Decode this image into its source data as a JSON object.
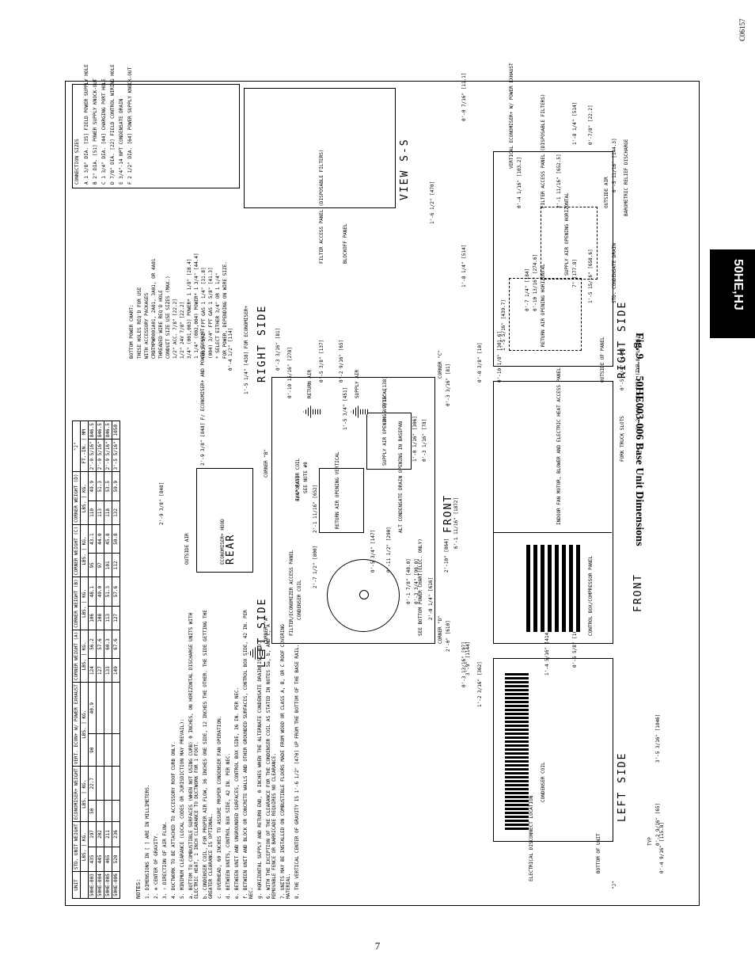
{
  "doc_code": "C06157",
  "side_tab": "50HE,HJ",
  "caption": "Fig. 9 — 50HE003-006 Base Unit Dimensions",
  "page_number": "7",
  "weights_table": {
    "headers": [
      "UNIT",
      "STD. UNIT WEIGHT",
      "ECONOMISER+ WEIGHT",
      "VERT. ECON+ W/ POWER EXHAUST",
      "CORNER WEIGHT (A)",
      "CORNER WEIGHT (B)",
      "CORNER WEIGHT (C)",
      "CORNER WEIGHT (D)",
      "\"J\""
    ],
    "subheaders": [
      "",
      "LBS. | KG.",
      "LBS. | KG.",
      "LBS. | KG.",
      "LBS. | KG.",
      "LBS. | KG.",
      "LBS. | KG.",
      "LBS. | KG.",
      "FT.-IN. | MM"
    ],
    "rows": [
      [
        "50HE-003",
        "435",
        "197",
        "50",
        "22.7",
        "90",
        "40.9",
        "124",
        "56.2",
        "106",
        "48.1",
        "95",
        "43.1",
        "110",
        "49.9",
        "2'-9 5/16\"",
        "846.5"
      ],
      [
        "50HE-004",
        "445",
        "202",
        "",
        "",
        "",
        "",
        "127",
        "57.6",
        "108",
        "49.0",
        "97",
        "44.0",
        "113",
        "51.3",
        "2'-9 5/16\"",
        "846.5"
      ],
      [
        "50HE-005",
        "465",
        "211",
        "",
        "",
        "",
        "",
        "133",
        "60.3",
        "113",
        "51.3",
        "101",
        "45.8",
        "118",
        "53.5",
        "2'-9 5/16\"",
        "846.5"
      ],
      [
        "50HE-006",
        "520",
        "236",
        "",
        "",
        "",
        "",
        "149",
        "67.6",
        "127",
        "57.6",
        "112",
        "50.8",
        "132",
        "59.9",
        "3'-5 5/16\"",
        "1050"
      ]
    ]
  },
  "connection_sizes": {
    "title": "CONNECTION SIZES",
    "rows": [
      "A  1 3/8\" DIA. [35] FIELD POWER SUPPLY HOLE",
      "B  2\" DIA. [51] POWER SUPPLY KNOCK-OUT",
      "C  1 3/4\" DIA. [44] CHARGING PORT HOLE",
      "D  7/8\" DIA. [22] FIELD CONTROL WIRING HOLE",
      "E  3/4\"-14 NPT CONDENSATE DRAIN",
      "F  2 1/2\" DIA. [64] POWER SUPPLY KNOCK-OUT"
    ]
  },
  "bottom_power_chart": {
    "title": "BOTTOM POWER CHART:",
    "lines": [
      "THESE HOLES REQ'D FOR USE",
      "WITH ACCESSORY PACKAGES",
      "CRBTMPWR001A01, 2A01, 3A01, OR 4A01",
      "THREADED  WIRE  REQ'D HOLE",
      "CONDUIT SIZE  USE  SIZES (MAX.)",
      "1/2\"  ACC.  7/8\" [22.2]",
      "1/2\"  24V  7/8\" [22.2]",
      "3/4\" (001,003)  POWER*  1 1/8\" [28.4]",
      "1 1/4\" (002,004)  POWER*  1 3/4\" [44.4]",
      "(003) 1/2\" FPT  GAS  1 1/4\" [31.8]",
      "(004) 3/4\" FPT  GAS  1 5/8\" [41.3]",
      "* SELECT EITHER 3/4\" OR 1 1/4\"",
      "FOR POWER, DEPENDING ON WIRE SIZE."
    ]
  },
  "notes": {
    "title": "NOTES:",
    "items": [
      "1. DIMENSIONS IN [ ] ARE IN MILLIMETERS.",
      "2. ⊕ CENTER OF GRAVITY.",
      "3. ⇧ DIRECTION OF AIR FLOW.",
      "4. DUCTWORK TO BE ATTACHED TO ACCESSORY ROOF CURB ONLY.",
      "5. MINIMUM CLEARANCE (LOCAL CODES OR JURISDICTION MAY PREVAIL):",
      "a. BOTTOM TO COMBUSTIBLE SURFACES (WHEN NOT USING CURB) 0 INCHES, ON HORIZONTAL DISCHARGE UNITS WITH ELECTRIC HEAT, 1 INCH CLEARANCE TO DUCTWORK FOR 1 FOOT.",
      "b. CONDENSER COIL, FOR PROPER AIR FLOW, 36 INCHES ONE SIDE, 12 INCHES THE OTHER. THE SIDE GETTING THE GREATER CLEARANCE IS OPTIONAL.",
      "c. OVERHEAD, 60 INCHES TO ASSURE PROPER CONDENSER FAN OPERATION.",
      "d. BETWEEN UNITS, CONTROL BOX SIDE, 42 IN. PER NEC.",
      "e. BETWEEN UNIT AND UNGROUNDED SURFACES, CONTROL BOX SIDE, 36 IN. PER NEC.",
      "f. BETWEEN UNIT AND BLOCK OR CONCRETE WALLS AND OTHER GROUNDED SURFACES, CONTROL BOX SIDE, 42 IN. PER NEC.",
      "g. HORIZONTAL SUPPLY AND RETURN END, 0 INCHES WHEN THE ALTERNATE CONDENSATE DRAIN IS USED.",
      "6. WITH THE EXCEPTION OF THE CLEARANCE FOR THE CONDENSER COIL AS STATED IN NOTES 5a, b, AND c, A REMOVABLE FENCE OR BARRICADE REQUIRES NO CLEARANCE.",
      "7. UNITS MAY BE INSTALLED ON COMBUSTIBLE FLOORS MADE FROM WOOD OR CLASS A, B, OR C ROOF COVERING MATERIAL.",
      "8. THE VERTICAL CENTER OF GRAVITY IS 1'-6 1/2\" [470] UP FROM THE BOTTOM OF THE BASE RAIL."
    ]
  },
  "views": {
    "rear": "REAR",
    "left_side_top": "LEFT SIDE",
    "right_side_top": "RIGHT SIDE",
    "left_side_bottom": "LEFT SIDE",
    "front_mid": "FRONT",
    "front_bottom": "FRONT",
    "right_side_bottom": "RIGHT SIDE",
    "view_ss": "VIEW S-S"
  },
  "labels": {
    "outside_air": "OUTSIDE AIR",
    "economiser_hood": "ECONOMISER+ HOOD",
    "economiser_exhaust": "2'-9 3/8\" [848] F/ ECONOMISER+ AND POWER EXHAUST",
    "filter_econ_panel": "FILTER/ECONOMIZER ACCESS PANEL",
    "condenser_coil_top": "CONDENSER COIL",
    "evaporator_coil": "EVAPORATOR COIL",
    "return_air_vertical": "RETURN AIR OPENING VERTICAL",
    "supply_air_vertical": "SUPPLY AIR OPENING VERTICAL",
    "alt_condensate": "ALT CONDENSATE DRAIN OPENING IN BASEPAN",
    "see_note": "SEE NOTE #8",
    "see_bottom_power": "SEE BOTTOM POWER CHART(ELEC. ONLY)",
    "corner_a": "CORNER \"A\"",
    "corner_b": "CORNER \"B\"",
    "corner_c": "CORNER \"C\"",
    "corner_d": "CORNER \"D\"",
    "return_air": "RETURN AIR",
    "supply_air": "SUPPLY AIR",
    "filter_access_panel": "FILTER ACCESS PANEL (DISPOSABLE FILTERS)",
    "blockoff_panel": "BLOCKOFF PANEL",
    "vertical_econ": "VERTICAL ECONOMISER+ W/ POWER EXHAUST",
    "filter_access_panel2": "FILTER ACCESS PANEL (DISPOSABLE FILTERS)",
    "return_air_horizontal": "RETURN AIR OPENING HORIZONTAL",
    "supply_air_horizontal": "SUPPLY AIR OPENING HORIZONTAL",
    "outside_of_panel": "OUTSIDE OF PANEL",
    "std_condensate": "STD. CONDENSATE DRAIN",
    "barometric": "BAROMETRIC RELIEF DISCHARGE",
    "outside_air2": "OUTSIDE AIR",
    "electrical_disconnect": "ELECTRICAL DISCONNECT LOCATION",
    "condenser_coil_bottom": "CONDENSER COIL",
    "bottom_of_unit": "BOTTOM OF UNIT",
    "control_box": "CONTROL BOX/COMPRESSOR PANEL",
    "indoor_fan": "INDOOR FAN MOTOR, BLOWER AND ELECTRIC HEAT ACCESS PANEL",
    "fork_truck": "FORK TRUCK SLOTS",
    "dia_places": "0'-2 1/4\" DIA [57] (TYP 8 PLACES)",
    "typ": "TYP",
    "j_label": "\"J\""
  },
  "dims": {
    "d1": "2'-9 3/8\" [848]",
    "d2": "3/4\" [45]",
    "d3": "2'-1 11/16\" [652]",
    "d4": "2'-7 1/2\" [800]",
    "d5": "0'-5 3/4\" [147]",
    "d6": "0'-11 1/2\" [290]",
    "d7": "0'-1 7/8\" [48.0]",
    "d8": "0'-3 3/4\" [96.0]",
    "d9": "2'-0 1/4\" [616]",
    "d10": "2'-0\" [610]",
    "d11": "3'-9\" [1144]",
    "d12": "2'-10\" [864]",
    "d13": "6'-1 11/16\" [1872]",
    "d14": "0'-3 1/16\" [78]",
    "d15": "1'-0 1/16\" [306]",
    "d16": "0'-4 1/2\" [114]",
    "d17": "0'-3 3/16\" [81]",
    "d18": "0'-10 15/16\" [278]",
    "d19": "1'-5 1/4\" [438] FOR ECONOMISER+",
    "d20": "0'-5 3/8\" [137]",
    "d21": "1'-5 3/4\" [451]",
    "d22": "0'-2 9/16\" [65]",
    "d23": "0'-5 7/16\" [138]",
    "d24": "0'-3 3/16\" [81]",
    "d25": "1'-5 5/16\" [439.7]",
    "d26": "0'-7 1/4\" [184]",
    "d27": "0'-10 13/16\" [274.6]",
    "d28": "7\" [177.8]",
    "d29": "1'-5 15/16\" [658.6]",
    "d30": "0'-4 1/16\" [103.2]",
    "d31": "2'-1 11/16\" [652.5]",
    "d32": "1'-6 1/2\" [470]",
    "d33": "1'-8 1/4\" [514]",
    "d34": "0'-0 7/16\" [11.1]",
    "d35": "1'-8 1/4\" [514]",
    "d36": "0'-7/8\" [22.2]",
    "d37": "0'-5 11/16\" [144.3]",
    "d38": "0'-0 3/8\" [10]",
    "d39": "0'-10 1/8\" [301.6]",
    "d40": "0'-5 3/4\" [146]",
    "d41": "0'-4 9/16\" [115.8]",
    "d42": "0'-2 9/16\" [65]",
    "d43": "3'-5 3/16\" [1046]",
    "d44": "1'-2 3/16\" [362]",
    "d45": "0'-3 13/16\" [97]",
    "d46": "1'-4 5/16\" [414.5]",
    "d47": "0'-6 5/8\" [168.2]"
  }
}
